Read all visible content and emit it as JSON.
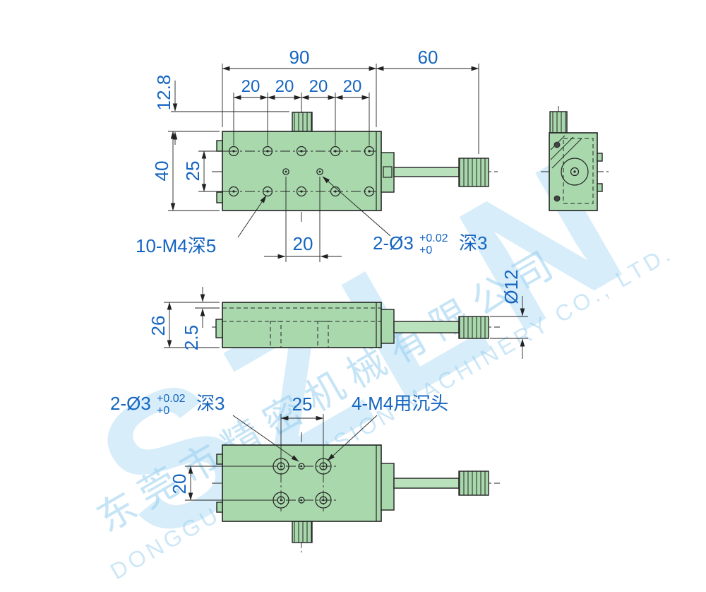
{
  "colors": {
    "body_green": "#A9D8AD",
    "shaft_green": "#B9E1BC",
    "outline": "#222222",
    "dimension_text_blue": "#1565C0",
    "watermark_blue": "#AEDAF3"
  },
  "watermark": {
    "letters": "SZLN",
    "company_zh": "东莞市精密机械有限公司",
    "company_en": "DONGGUAN PRECISION MACHINERY CO., LTD."
  },
  "top_view": {
    "dim_width_table": "90",
    "dim_knob_extension": "60",
    "dim_offset": "12.8",
    "dim_hole_pitch": [
      "20",
      "20",
      "20",
      "20"
    ],
    "dim_depth": "40",
    "dim_hole_row_pitch": "25",
    "label_tapped_holes": "10-M4深5",
    "dim_pin_pitch": "20",
    "label_pin_holes": {
      "prefix": "2-Ø3",
      "tol_upper": "+0.02",
      "tol_lower": "+0",
      "suffix": "深3"
    }
  },
  "front_view": {
    "dim_height": "26",
    "dim_step": "2.5",
    "dim_knob_dia": "Ø12"
  },
  "bottom_view": {
    "label_pin_holes": {
      "prefix": "2-Ø3",
      "tol_upper": "+0.02",
      "tol_lower": "+0",
      "suffix": "深3"
    },
    "dim_counterbore_pitch_x": "25",
    "label_counterbore": "4-M4用沉头",
    "dim_counterbore_pitch_y": "20"
  }
}
